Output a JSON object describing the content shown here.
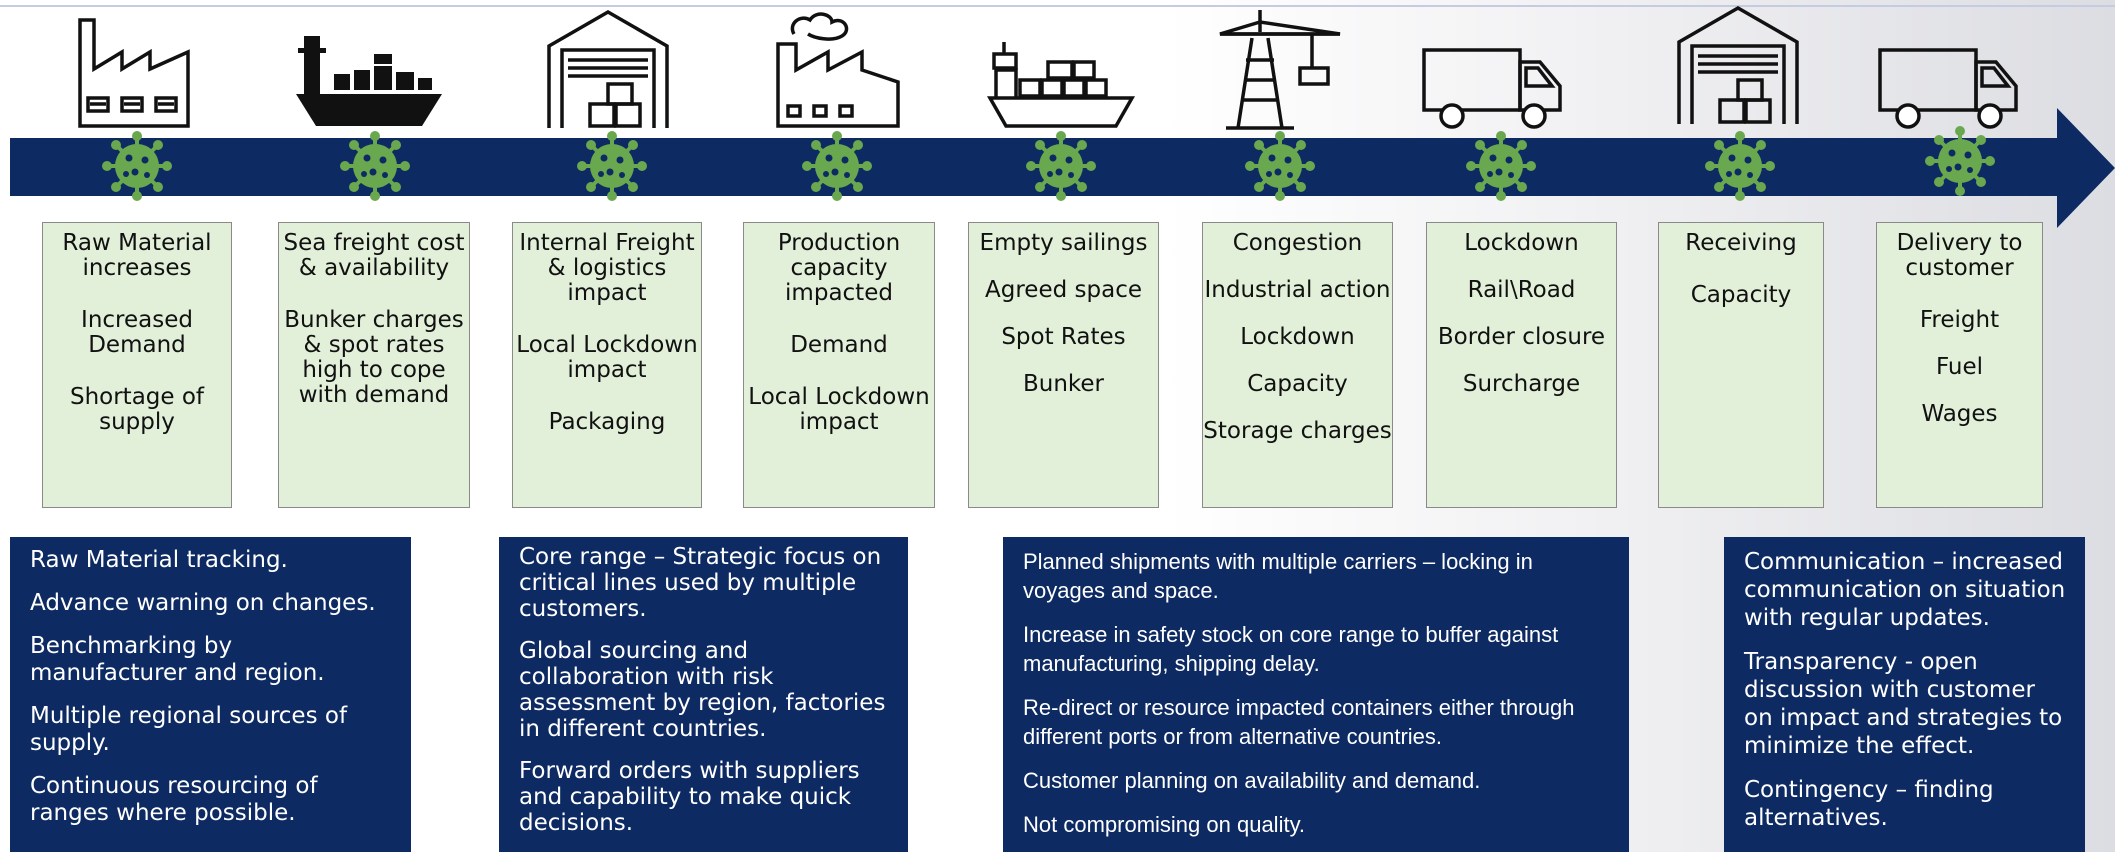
{
  "colors": {
    "band": "#0d2a63",
    "stage_fill": "#e2efd9",
    "virus": "#6aa84f",
    "action_fill": "#0d2a63"
  },
  "stages": [
    {
      "icon": "factory-icon",
      "lines": [
        "Raw Material increases",
        "Increased Demand",
        "Shortage of supply"
      ]
    },
    {
      "icon": "cargo-ship-icon",
      "lines": [
        "Sea freight cost & availability",
        "Bunker charges & spot rates high to cope with demand"
      ]
    },
    {
      "icon": "warehouse-icon",
      "lines": [
        "Internal Freight & logistics impact",
        "Local Lockdown impact",
        "Packaging"
      ]
    },
    {
      "icon": "factory-smoke-icon",
      "lines": [
        "Production capacity impacted",
        "Demand",
        "Local Lockdown impact"
      ]
    },
    {
      "icon": "container-ship-icon",
      "lines": [
        "Empty sailings",
        "Agreed space",
        "Spot Rates",
        "Bunker"
      ]
    },
    {
      "icon": "port-crane-icon",
      "lines": [
        "Congestion",
        "Industrial action",
        "Lockdown",
        "Capacity",
        "Storage charges"
      ]
    },
    {
      "icon": "truck-icon",
      "lines": [
        "Lockdown",
        "Rail\\Road",
        "Border closure",
        "Surcharge"
      ]
    },
    {
      "icon": "warehouse-icon",
      "lines": [
        "Receiving",
        "Capacity"
      ]
    },
    {
      "icon": "truck-icon",
      "lines": [
        "Delivery to customer",
        "Freight",
        "Fuel",
        "Wages"
      ]
    }
  ],
  "actions": [
    {
      "lines": [
        "Raw Material tracking.",
        "Advance warning on changes.",
        "Benchmarking by manufacturer and region.",
        "Multiple regional sources of supply.",
        "Continuous resourcing of ranges where possible."
      ]
    },
    {
      "lines": [
        "Core range – Strategic focus on critical lines used by multiple customers.",
        "Global sourcing and collaboration with risk assessment by region, factories in different countries.",
        "Forward orders with suppliers and capability to make quick decisions."
      ]
    },
    {
      "lines": [
        "Planned shipments with multiple carriers – locking in voyages and space.",
        "Increase in safety stock on core range to buffer against manufacturing, shipping delay.",
        "Re-direct or resource impacted containers either through different ports or from alternative countries.",
        "Customer planning on availability and demand.",
        "Not compromising on quality."
      ]
    },
    {
      "lines": [
        "Communication – increased communication on situation with regular updates.",
        "Transparency - open discussion with customer on impact and strategies to minimize the effect.",
        "Contingency – finding alternatives."
      ]
    }
  ]
}
